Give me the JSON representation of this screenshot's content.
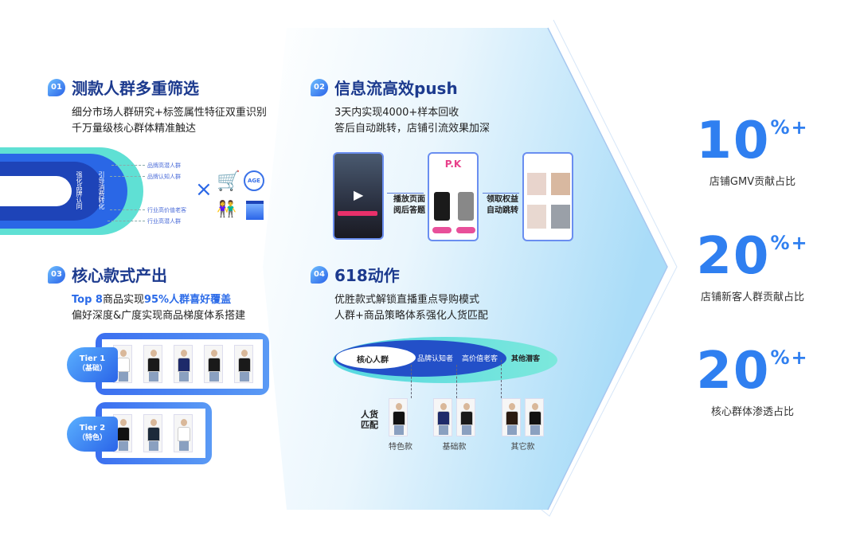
{
  "colors": {
    "accent": "#2f7ff0",
    "title": "#1c3a8e",
    "arrow_fill": "#bfe4fb"
  },
  "sections": [
    {
      "badge": "01",
      "title": "测款人群多重筛选",
      "lines": [
        "细分市场人群研究+标签属性特征双重识别",
        "千万量级核心群体精准触达"
      ],
      "rings": [
        "强化品牌认同",
        "引导消费转化"
      ],
      "labels": [
        "品牌高潜人群",
        "品牌认知人群",
        "行业高价值老客",
        "行业高潜人群"
      ],
      "times": "×",
      "icon_badge": "AGE"
    },
    {
      "badge": "02",
      "title": "信息流高效push",
      "lines": [
        "3天内实现4000+样本回收",
        "答后自动跳转，店铺引流效果加深"
      ],
      "step1": [
        "播放页面",
        "阅后答题"
      ],
      "step2": [
        "领取权益",
        "自动跳转"
      ],
      "pk": "P.K"
    },
    {
      "badge": "03",
      "title": "核心款式产出",
      "line1_a": "Top 8",
      "line1_b": "商品实现",
      "line1_c": "95%人群喜好覆盖",
      "line2": "偏好深度&广度实现商品梯度体系搭建",
      "tiers": [
        {
          "name": "Tier 1",
          "sub": "（基础）",
          "shirts": [
            "#ffffff",
            "#1a1a1a",
            "#1e2a6a",
            "#1a1a1a",
            "#1a1a1a"
          ]
        },
        {
          "name": "Tier 2",
          "sub": "（特色）",
          "shirts": [
            "#111111",
            "#1c2a3a",
            "#ffffff"
          ]
        }
      ]
    },
    {
      "badge": "04",
      "title": "618动作",
      "lines": [
        "优胜款式解锁直播重点导购模式",
        "人群+商品策略体系强化人货匹配"
      ],
      "segments": [
        "核心人群",
        "品牌认知者",
        "高价值老客",
        "其他潜客"
      ],
      "match_label": [
        "人货",
        "匹配"
      ],
      "groups": [
        {
          "name": "特色款",
          "shirts": [
            "#111111"
          ]
        },
        {
          "name": "基础款",
          "shirts": [
            "#1e2a6a",
            "#1a1a1a"
          ]
        },
        {
          "name": "其它款",
          "shirts": [
            "#2a1a10",
            "#111111"
          ]
        }
      ]
    }
  ],
  "metrics": [
    {
      "value": "10",
      "suffix": "%+",
      "label": "店铺GMV贡献占比"
    },
    {
      "value": "20",
      "suffix": "%+",
      "label": "店铺新客人群贡献占比"
    },
    {
      "value": "20",
      "suffix": "%+",
      "label": "核心群体渗透占比"
    }
  ]
}
